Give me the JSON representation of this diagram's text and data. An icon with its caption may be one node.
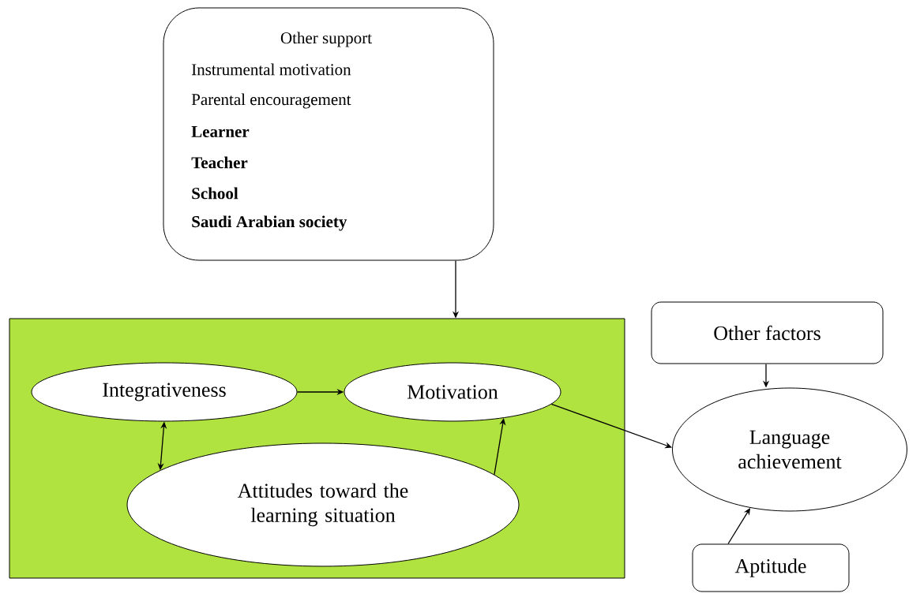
{
  "diagram": {
    "nodes": [
      {
        "text": [
          "Other support",
          "Instrumental motivation",
          "Parental encouragement",
          "Learner",
          "Teacher",
          "School",
          "Saudi Arabian society"
        ]
      },
      {
        "text": [],
        "shape": "box"
      },
      {
        "text": [
          "Integrativeness"
        ],
        "in": 1
      },
      {
        "text": [
          "Motivation"
        ],
        "in": 1
      },
      {
        "text": [
          "Attitudes toward the learning situation"
        ],
        "in": 1
      },
      {
        "text": [
          "Other factors"
        ]
      },
      {
        "text": [
          "Language achievement"
        ]
      },
      {
        "text": [
          "Aptitude"
        ]
      }
    ],
    "edges": [
      {
        "from": 0,
        "to": 1,
        "arrow": "to"
      },
      {
        "from": 2,
        "to": 3,
        "arrow": "to"
      },
      {
        "from": 2,
        "to": 4,
        "arrow": "both"
      },
      {
        "from": 4,
        "to": 3,
        "arrow": "to"
      },
      {
        "from": 3,
        "to": 6,
        "arrow": "to"
      },
      {
        "from": 5,
        "to": 6,
        "arrow": "to"
      },
      {
        "from": 7,
        "to": 6,
        "arrow": "to"
      }
    ]
  }
}
